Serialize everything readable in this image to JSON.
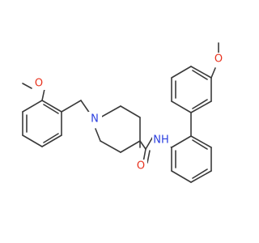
{
  "colors": {
    "bond": "#3a3a3a",
    "oxygen": "#e8321e",
    "nitrogen": "#2b3fe0",
    "background": "#ffffff"
  },
  "labels": {
    "o_left": "O",
    "n_piperidine": "N",
    "nh": "NH",
    "o_amide": "O",
    "o_right": "O"
  }
}
